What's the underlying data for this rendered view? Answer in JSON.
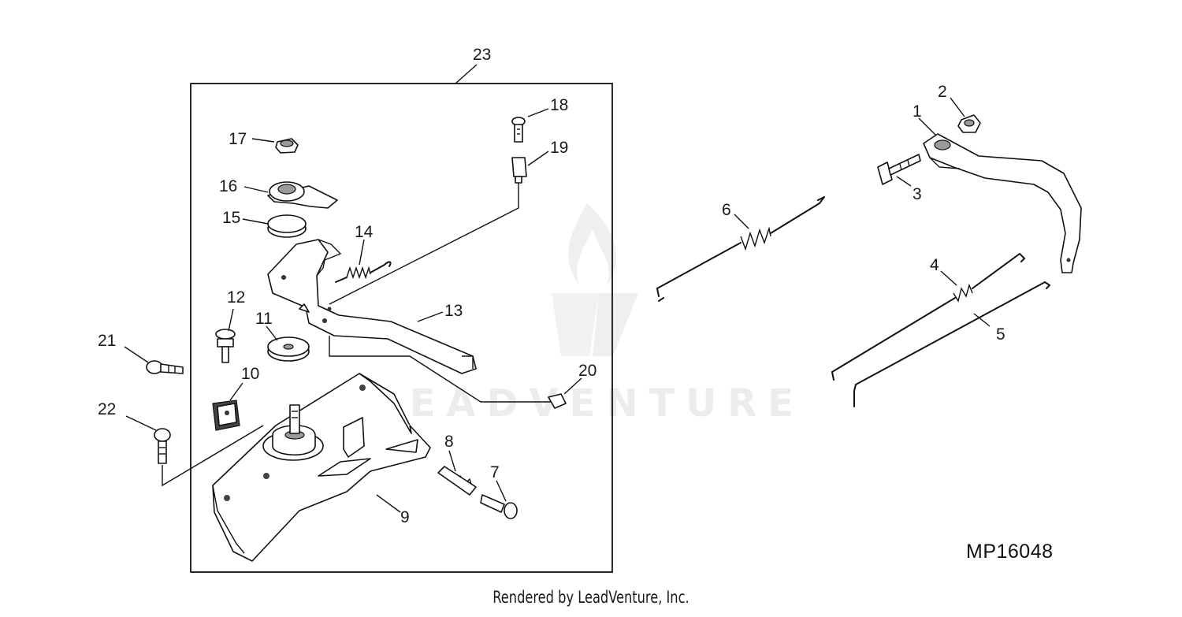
{
  "diagram": {
    "figure_id": "MP16048",
    "watermark": "LEADVENTURE",
    "footer": "Rendered by LeadVenture, Inc.",
    "callouts": {
      "c1": "1",
      "c2": "2",
      "c3": "3",
      "c4": "4",
      "c5": "5",
      "c6": "6",
      "c7": "7",
      "c8": "8",
      "c9": "9",
      "c10": "10",
      "c11": "11",
      "c12": "12",
      "c13": "13",
      "c14": "14",
      "c15": "15",
      "c16": "16",
      "c17": "17",
      "c18": "18",
      "c19": "19",
      "c20": "20",
      "c21": "21",
      "c22": "22",
      "c23": "23"
    }
  }
}
